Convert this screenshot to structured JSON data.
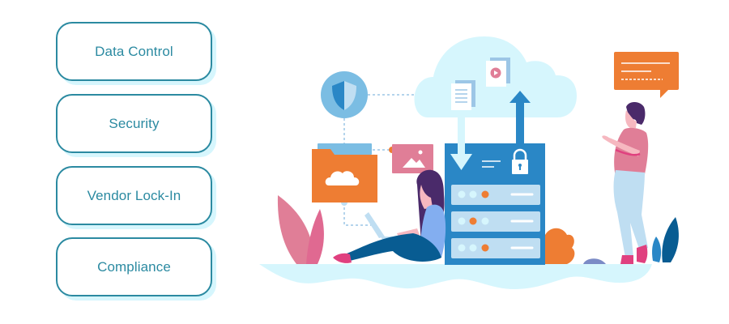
{
  "menu": {
    "items": [
      {
        "id": "data-control",
        "label": "Data Control"
      },
      {
        "id": "security",
        "label": "Security"
      },
      {
        "id": "vendor-lock-in",
        "label": "Vendor Lock-In"
      },
      {
        "id": "compliance",
        "label": "Compliance"
      }
    ]
  },
  "illustration": {
    "description": "Cloud storage illustration: cloud with files, server rack with lock, shield icon, folder with cloud, image card, woman with laptop, man pointing with speech bubble, plants",
    "icons": [
      "shield-icon",
      "cloud-icon",
      "document-icon",
      "video-icon",
      "upload-arrow-icon",
      "download-arrow-icon",
      "lock-icon",
      "server-icon",
      "folder-cloud-icon",
      "image-icon",
      "speech-bubble-icon"
    ]
  },
  "colors": {
    "accent": "#2b8aa1",
    "shadow": "#d6f6fd",
    "cloud": "#d6f6fd",
    "server": "#2a87c6",
    "server_slot": "#bfdef2",
    "orange": "#ee7d33",
    "pink": "#e07e97",
    "shield_bg": "#7bbde3"
  }
}
